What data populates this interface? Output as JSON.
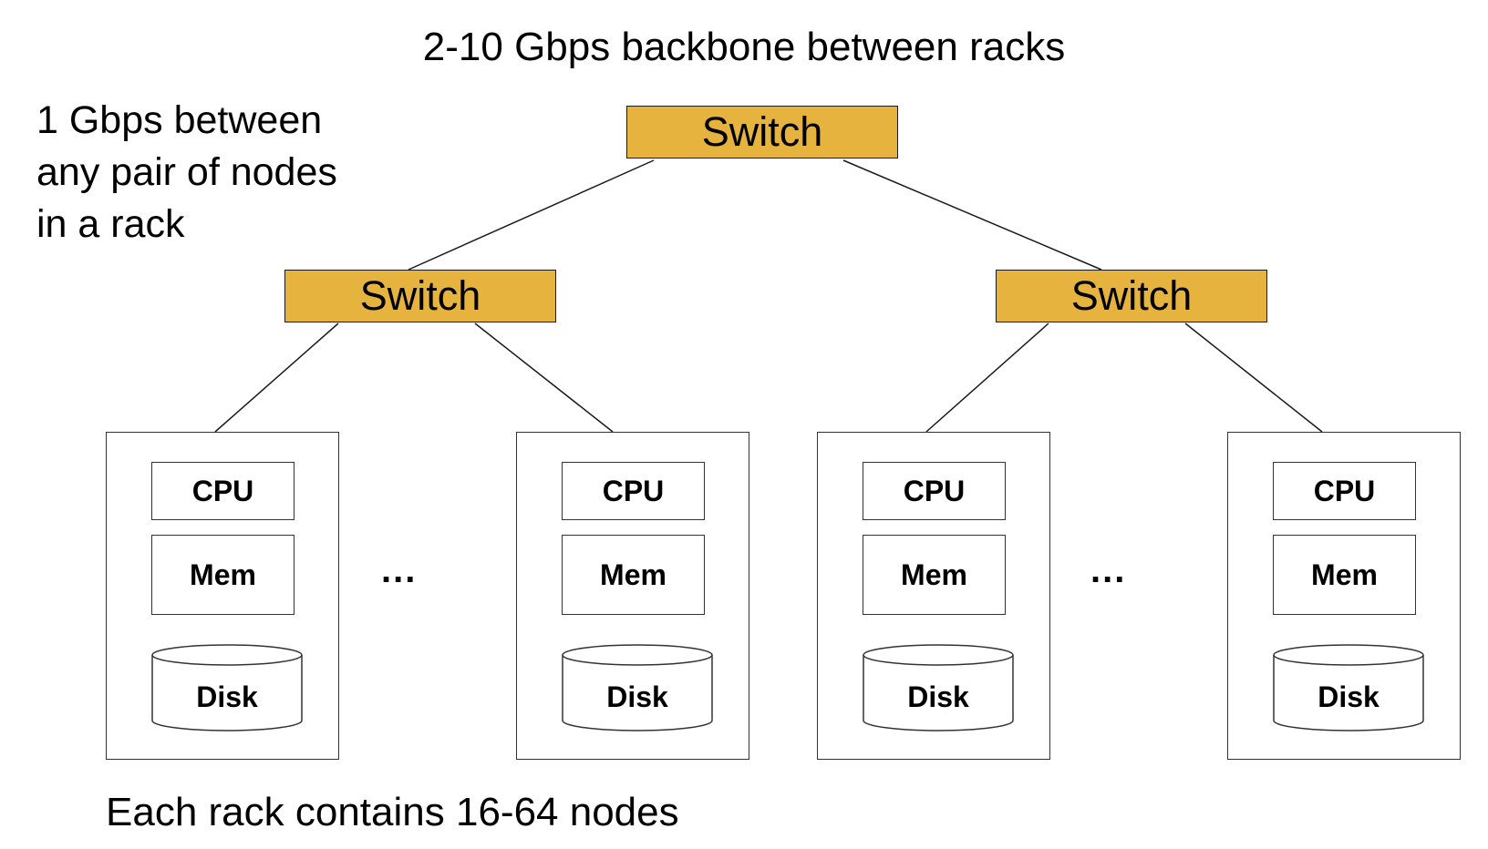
{
  "labels": {
    "backbone": "2-10 Gbps backbone between racks",
    "rack_note_lines": [
      "1 Gbps between",
      "any pair of nodes",
      "in a rack"
    ],
    "rack_capacity": "Each rack contains 16-64 nodes",
    "ellipsis": "..."
  },
  "switches": {
    "top": "Switch",
    "left": "Switch",
    "right": "Switch"
  },
  "nodes": [
    {
      "cpu": "CPU",
      "mem": "Mem",
      "disk": "Disk"
    },
    {
      "cpu": "CPU",
      "mem": "Mem",
      "disk": "Disk"
    },
    {
      "cpu": "CPU",
      "mem": "Mem",
      "disk": "Disk"
    },
    {
      "cpu": "CPU",
      "mem": "Mem",
      "disk": "Disk"
    }
  ],
  "colors": {
    "switch_fill": "#e6b33e",
    "line": "#1a1a1a"
  }
}
